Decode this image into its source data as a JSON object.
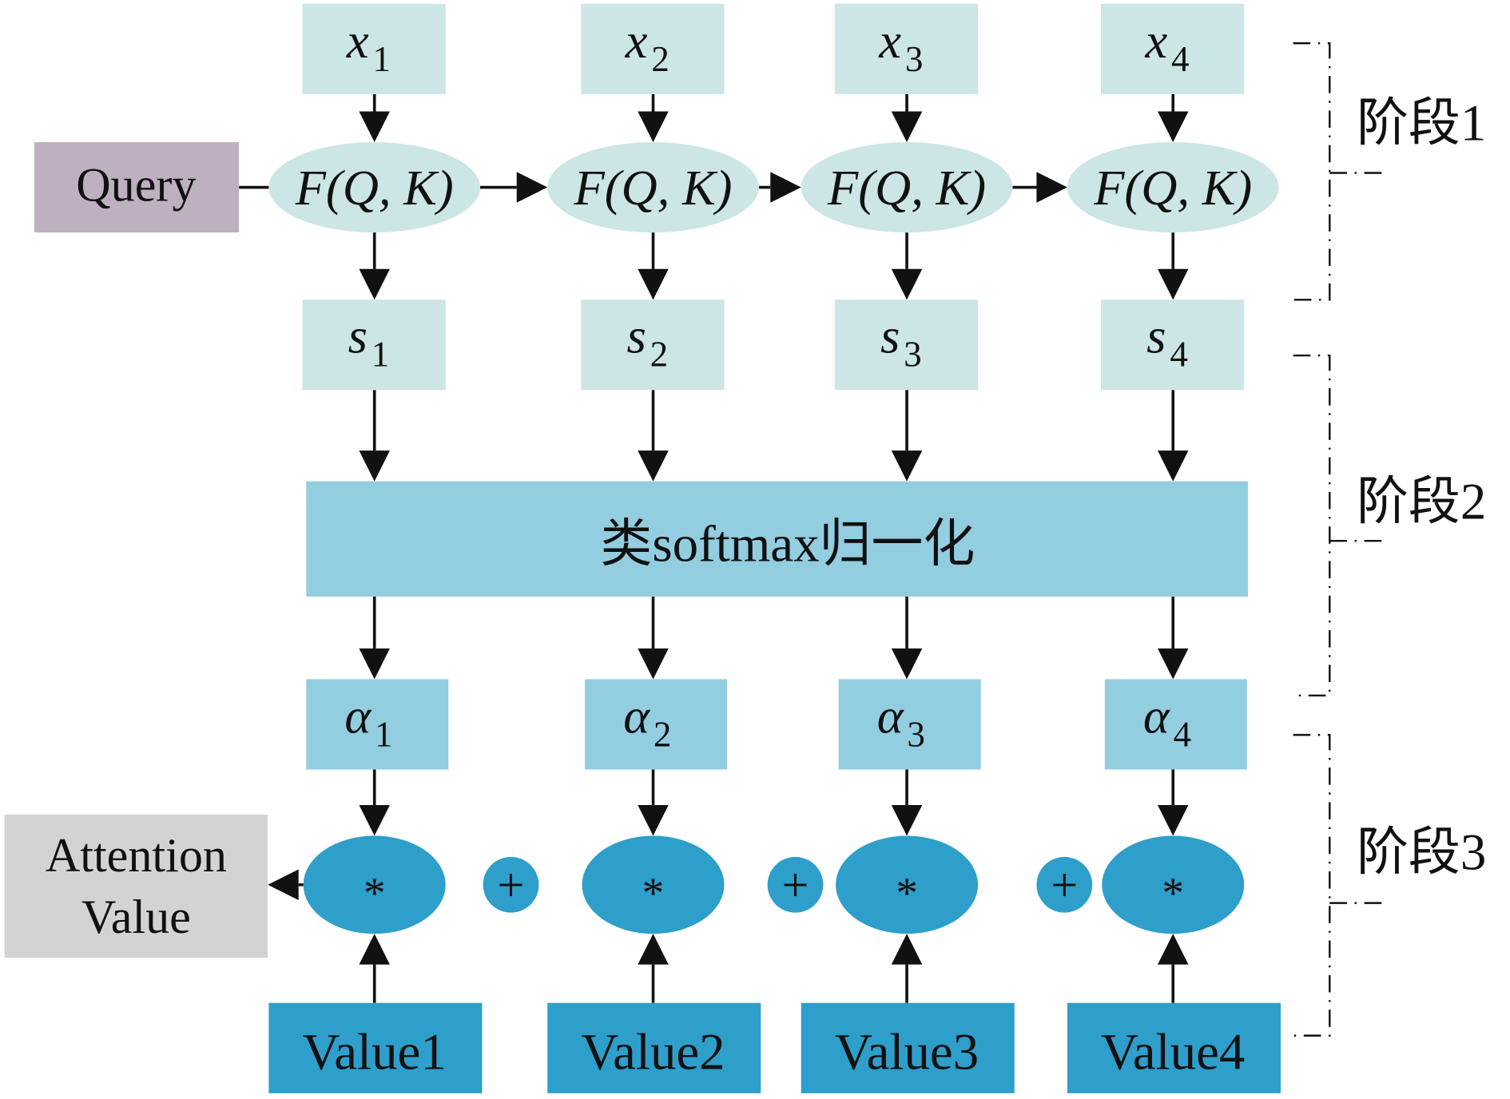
{
  "diagram": {
    "query_label": "Query",
    "func_label": "F(Q, K)",
    "softmax_label": "类softmax归一化",
    "attention_label_line1": "Attention",
    "attention_label_line2": "Value",
    "multiply_symbol": "*",
    "plus_symbol": "+",
    "columns": [
      {
        "x_var": "x",
        "x_sub": "1",
        "s_var": "s",
        "s_sub": "1",
        "a_var": "α",
        "a_sub": "1",
        "value_label": "Value1"
      },
      {
        "x_var": "x",
        "x_sub": "2",
        "s_var": "s",
        "s_sub": "2",
        "a_var": "α",
        "a_sub": "2",
        "value_label": "Value2"
      },
      {
        "x_var": "x",
        "x_sub": "3",
        "s_var": "s",
        "s_sub": "3",
        "a_var": "α",
        "a_sub": "3",
        "value_label": "Value3"
      },
      {
        "x_var": "x",
        "x_sub": "4",
        "s_var": "s",
        "s_sub": "4",
        "a_var": "α",
        "a_sub": "4",
        "value_label": "Value4"
      }
    ],
    "stages": [
      {
        "label": "阶段1"
      },
      {
        "label": "阶段2"
      },
      {
        "label": "阶段3"
      }
    ],
    "colors": {
      "input_box": "#cce5e5",
      "query_box": "#bfb0c1",
      "func_ellipse": "#cce5e5",
      "softmax_box": "#93cde0",
      "alpha_box": "#93cde0",
      "multiply_node": "#2e9ecb",
      "value_box": "#2e9ecb",
      "attention_box": "#d3d3d3",
      "arrow": "#111111"
    }
  }
}
